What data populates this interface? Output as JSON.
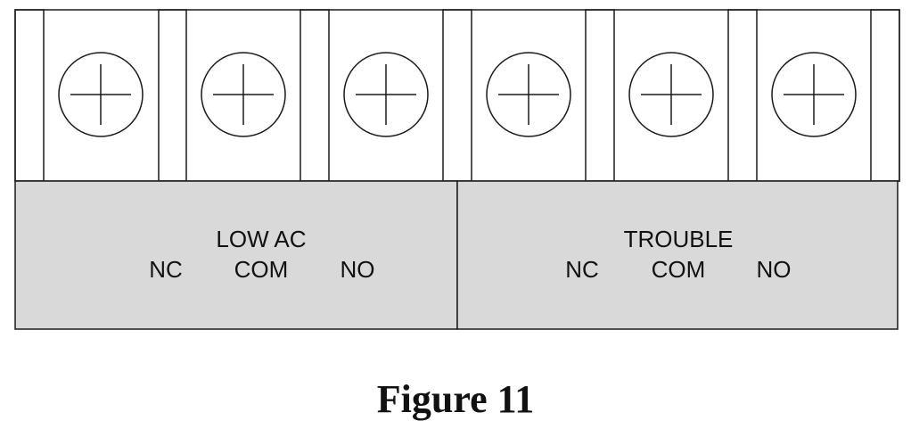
{
  "colors": {
    "line": "#1a1a1a",
    "label_panel": "#d9d9d9",
    "background": "#ffffff"
  },
  "terminal_block": {
    "screw_count": 6,
    "screw_icon": "screw-head-icon"
  },
  "groups": [
    {
      "title": "LOW AC",
      "terminals": [
        "NC",
        "COM",
        "NO"
      ]
    },
    {
      "title": "TROUBLE",
      "terminals": [
        "NC",
        "COM",
        "NO"
      ]
    }
  ],
  "caption": "Figure 11"
}
